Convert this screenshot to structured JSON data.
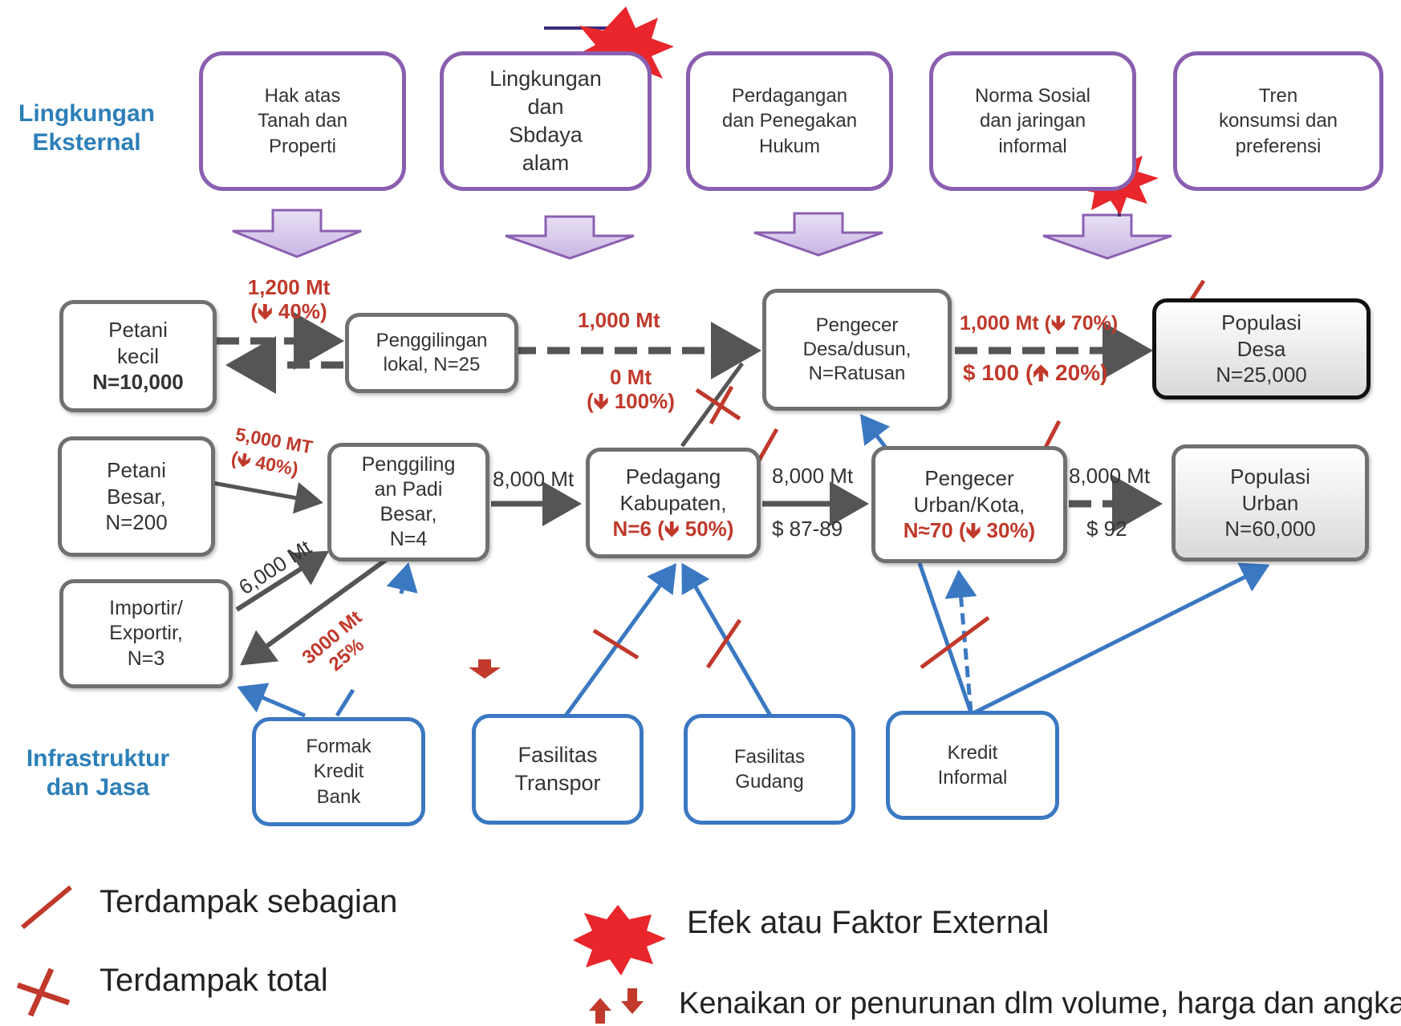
{
  "sections": {
    "external": "Lingkungan\nEksternal",
    "infra": "Infrastruktur\ndan Jasa"
  },
  "external_factors": [
    "Hak atas\nTanah dan\nProperti",
    "Lingkungan\ndan\nSbdaya\nalam",
    "Perdagangan\ndan Penegakan\nHukum",
    "Norma Sosial\ndan jaringan\ninformal",
    "Tren\nkonsumsi dan\npreferensi"
  ],
  "nodes": {
    "petani_kecil": {
      "name": "Petani\nkecil",
      "n": "N=10,000"
    },
    "penggilingan_lokal": {
      "name": "Penggilingan\nlokal, N=25"
    },
    "pengecer_desa": {
      "name": "Pengecer\nDesa/dusun,\nN=Ratusan"
    },
    "populasi_desa": {
      "name": "Populasi\nDesa\nN=25,000"
    },
    "petani_besar": {
      "name": "Petani\nBesar,\nN=200"
    },
    "penggilingan_besar": {
      "name": "Penggiling\nan Padi\nBesar,\nN=4"
    },
    "pedagang_kabupaten": {
      "name": "Pedagang\nKabupaten,",
      "n": "N=6 (🡻 50%)"
    },
    "pengecer_urban": {
      "name": "Pengecer\nUrban/Kota,",
      "n": "N≈70 (🡻 30%)"
    },
    "populasi_urban": {
      "name": "Populasi\nUrban\nN=60,000"
    },
    "importir": {
      "name": "Importir/\nExportir,\nN=3"
    }
  },
  "infrastructure": [
    "Formak\nKredit\nBank",
    "Fasilitas\nTranspor",
    "Fasilitas\nGudang",
    "Kredit\nInformal"
  ],
  "flows": {
    "kecil_to_lokal": "1,200 Mt\n(🡻 40%)",
    "lokal_to_desa": "1,000 Mt",
    "kab_to_desa": "0 Mt\n(🡻 100%)",
    "desa_to_pop_vol": "1,000 Mt (🡻 70%)",
    "desa_to_pop_price": "$ 100 (🡹 20%)",
    "besar_to_giling": "5,000 MT\n(🡻 40%)",
    "giling_to_kab": "8,000 Mt",
    "kab_to_urban_vol": "8,000 Mt",
    "kab_to_urban_price": "$ 87-89",
    "urban_to_pop_vol": "8,000 Mt",
    "urban_to_pop_price": "$ 92",
    "import_to_giling": "6,000 Mt",
    "giling_to_export": "3000 Mt\n25%"
  },
  "legend": {
    "partial": "Terdampak sebagian",
    "total": "Terdampak total",
    "external": "Efek atau Faktor External",
    "updown": "Kenaikan or penurunan dlm volume, harga dan angka"
  },
  "colors": {
    "external_border": "#8a5fb0",
    "node_border": "#707070",
    "infra_border": "#3a78c2",
    "impact_red": "#c0392b",
    "burst_red": "#e8262b",
    "flow_gray": "#555555"
  },
  "icons": [
    "down-arrow-icon",
    "burst-icon",
    "partial-impact-icon",
    "total-impact-icon",
    "up-down-arrow-icon"
  ]
}
